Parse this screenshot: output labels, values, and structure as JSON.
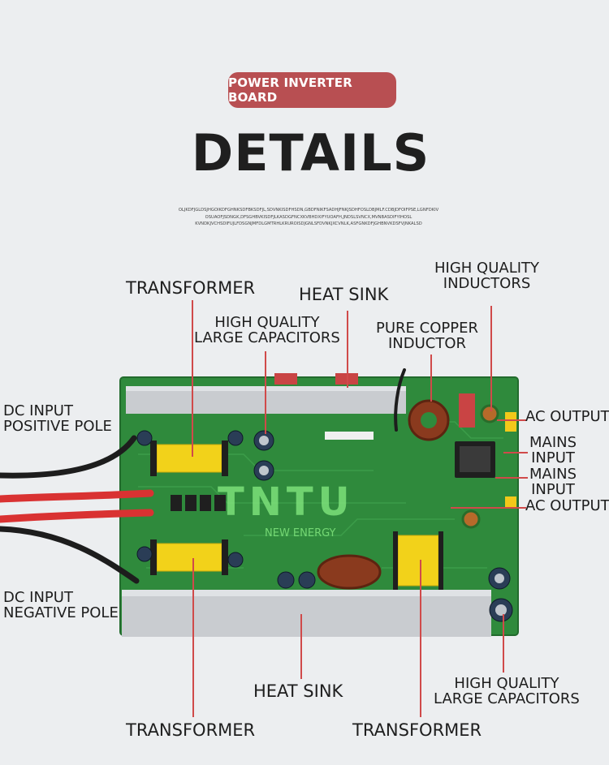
{
  "header": {
    "badge": "POWER INVERTER BOARD",
    "title": "DETAILS",
    "subtext": [
      "OLJKDFJGLDSJHGOIKDFGHNKSDFBKSDFJL,SDVNKISDFHSDN,GBDFNIKFSADHJFNKJSDHFOSLDBJMLF.CDBJDFOIFPSE,LGNFDKIV",
      "OSUAOFJSDNGK,DFSGHBVKISDFJLKASDGFNCXKVBHDXIFYUOAFH,JNDSLSVNCX,MVNBASDIFYIHOSL",
      "KVNDKJVCHSDIFUJLFDSGNJMFDLGMTRHLKRUROISDJGNLSFDVNKJXCVNLK,ASFGNKDFJGHBNVKDSFVJNKALSD"
    ]
  },
  "labels": {
    "transformer_top": "TRANSFORMER",
    "heat_sink_top": "HEAT SINK",
    "hq_large_caps_top": [
      "HIGH QUALITY",
      "LARGE CAPACITORS"
    ],
    "pure_copper_inductor": [
      "PURE COPPER",
      "INDUCTOR"
    ],
    "hq_inductors": [
      "HIGH QUALITY",
      "INDUCTORS"
    ],
    "dc_input_positive": [
      "DC INPUT",
      "POSITIVE POLE"
    ],
    "dc_input_negative": [
      "DC INPUT",
      "NEGATIVE POLE"
    ],
    "ac_output_1": "AC OUTPUT",
    "mains_input_1": [
      "MAINS",
      "INPUT"
    ],
    "mains_input_2": [
      "MAINS",
      "INPUT"
    ],
    "ac_output_2": "AC OUTPUT",
    "heat_sink_bottom": "HEAT SINK",
    "hq_large_caps_bottom": [
      "HIGH QUALITY",
      "LARGE CAPACITORS"
    ],
    "transformer_bottom_left": "TRANSFORMER",
    "transformer_bottom_right": "TRANSFORMER"
  },
  "logo": {
    "brand": "TNTU",
    "tagline": "NEW ENERGY"
  },
  "colors": {
    "background": "#eceef0",
    "badge": "#b84f52",
    "board": "#2f8a3c",
    "heat_sink": "#c9ccd0",
    "transformer": "#f2d21a",
    "leader_line": "#d04a4a"
  }
}
